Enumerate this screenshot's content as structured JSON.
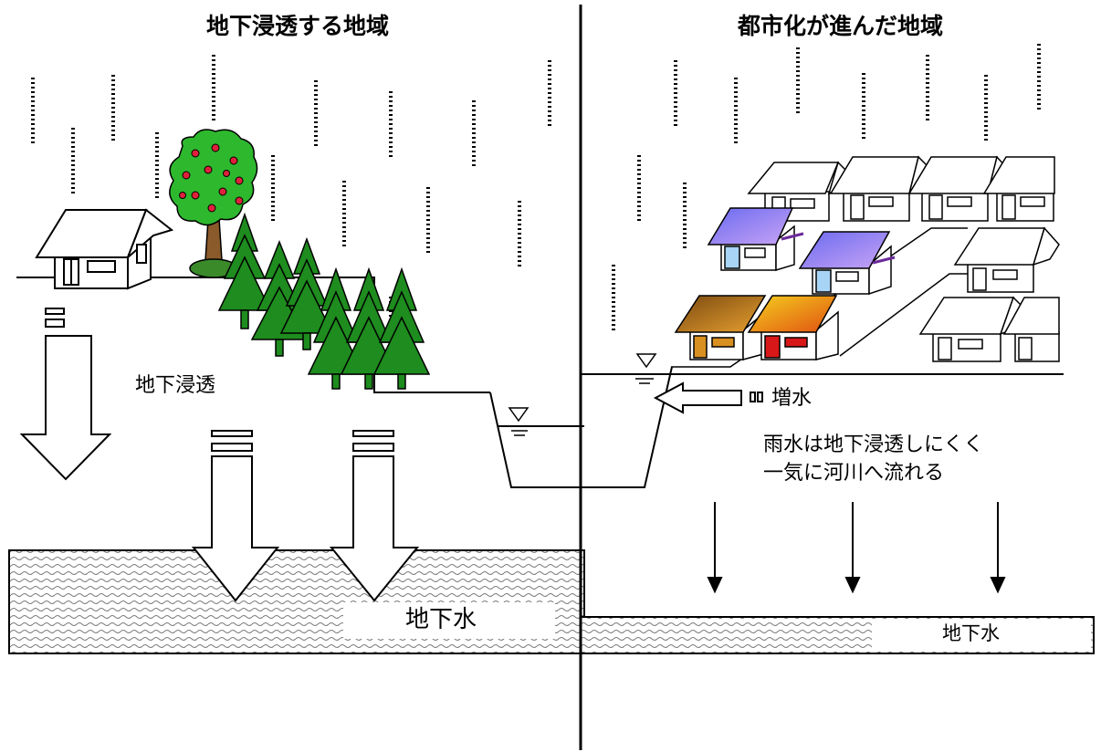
{
  "left_panel": {
    "title": "地下浸透する地域",
    "infiltration_label": "地下浸透",
    "groundwater_label": "地下水"
  },
  "right_panel": {
    "title": "都市化が進んだ地域",
    "increase_label": "増水",
    "runoff_line1": "雨水は地下浸透しにくく",
    "runoff_line2": "一気に河川へ流れる",
    "groundwater_label": "地下水"
  },
  "colors": {
    "tree_green": "#1e8c1e",
    "tree_trunk": "#8b5a2b",
    "fruit_red": "#e0203a",
    "roof_blue": "#8a7cf0",
    "roof_orange": "#e89a20",
    "roof_gold": "#b8860b",
    "wall_red": "#d81818"
  }
}
